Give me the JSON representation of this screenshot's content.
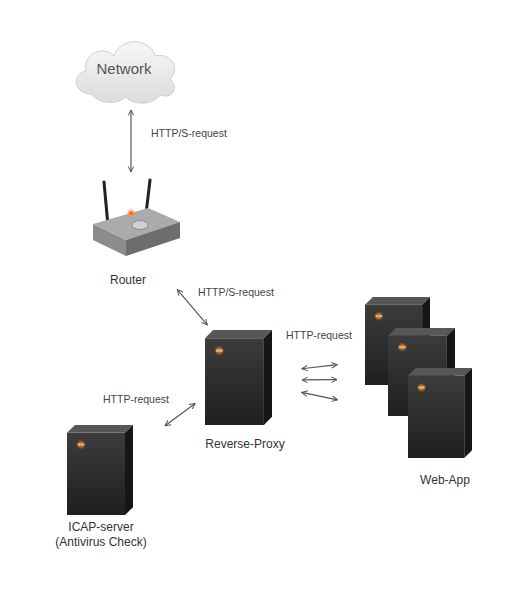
{
  "diagram": {
    "nodes": [
      {
        "text": [
          "Network"
        ]
      },
      {
        "text": [
          "Router"
        ]
      },
      {
        "text": [
          "Reverse-Proxy"
        ]
      },
      {
        "text": [
          "Web-App"
        ]
      },
      {
        "text": [
          "ICAP-server (Antivirus Check)"
        ]
      }
    ],
    "edges": [
      {
        "from": 0,
        "to": 1,
        "label": "HTTP/S-request",
        "arrow": "both"
      },
      {
        "from": 1,
        "to": 2,
        "label": "HTTP/S-request",
        "arrow": "both"
      },
      {
        "from": 2,
        "to": 3,
        "label": "HTTP-request",
        "arrow": "both"
      },
      {
        "from": 2,
        "to": 3,
        "arrow": "both"
      },
      {
        "from": 2,
        "to": 3,
        "arrow": "both"
      },
      {
        "from": 4,
        "to": 2,
        "label": "HTTP-request",
        "arrow": "both"
      }
    ]
  }
}
